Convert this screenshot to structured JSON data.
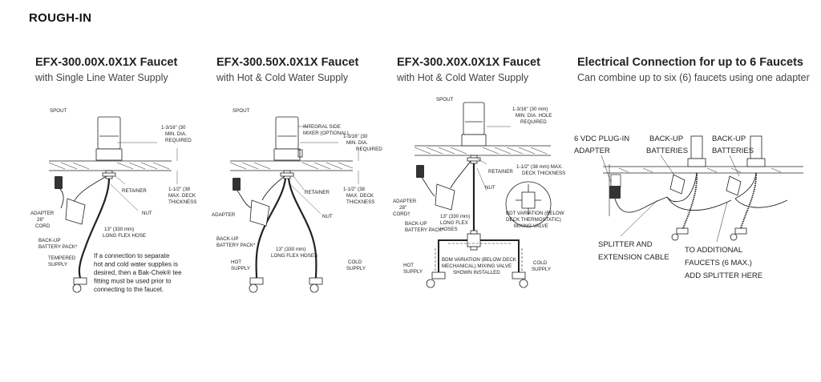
{
  "page_title": "ROUGH-IN",
  "panels": [
    {
      "title": "EFX-300.00X.0X1X Faucet",
      "subtitle": "with Single Line Water Supply",
      "labels": {
        "spout": "SPOUT",
        "hole": [
          "1-3/16\" (30",
          "MIN. DIA.",
          "REQUIRED"
        ],
        "retainer": "RETAINER",
        "deck": [
          "1-1/2\" (38",
          "MAX. DECK",
          "THICKNESS"
        ],
        "nut": "NUT",
        "adapter": [
          "ADAPTER",
          "28\"",
          "CORD"
        ],
        "hose": [
          "13\" (330 mm)",
          "LONG FLEX HOSE"
        ],
        "battery": [
          "BACK-UP",
          "BATTERY PACK*"
        ],
        "supply": [
          "TEMPERED",
          "SUPPLY"
        ]
      },
      "note": [
        "If a connection to separate",
        "hot and cold water supplies is",
        "desired, then a Bak-Chek® tee",
        "fitting must be used prior to",
        "connecting to the faucet."
      ]
    },
    {
      "title": "EFX-300.50X.0X1X Faucet",
      "subtitle": "with Hot & Cold Water Supply",
      "labels": {
        "spout": "SPOUT",
        "mixer": [
          "INTEGRAL SIDE",
          "MIXER (OPTIONAL)"
        ],
        "hole": [
          "1-3/16\" (30",
          "MIN. DIA.",
          "REQUIRED"
        ],
        "retainer": "RETAINER",
        "deck": [
          "1-1/2\" (38",
          "MAX. DECK",
          "THICKNESS"
        ],
        "adapter": "ADAPTER",
        "nut": "NUT",
        "battery": [
          "BACK-UP",
          "BATTERY PACK*"
        ],
        "hose": [
          "13\" (330 mm)",
          "LONG FLEX HOSES"
        ],
        "hot": [
          "HOT",
          "SUPPLY"
        ],
        "cold": [
          "COLD",
          "SUPPLY"
        ]
      }
    },
    {
      "title": "EFX-300.X0X.0X1X Faucet",
      "subtitle": "with Hot & Cold Water Supply",
      "labels": {
        "spout": "SPOUT",
        "hole": [
          "1-3/16\" (30 mm)",
          "MIN. DIA. HOLE",
          "REQUIRED"
        ],
        "retainer": "RETAINER",
        "deck": [
          "1-1/2\" (38 mm) MAX.",
          "DECK THICKNESS"
        ],
        "nut": "NUT",
        "adapter": [
          "ADAPTER",
          "28\"",
          "CORD†"
        ],
        "battery": [
          "BACK-UP",
          "BATTERY PACK*"
        ],
        "hose": [
          "13\" (330 mm)",
          "LONG FLEX",
          "HOSES"
        ],
        "bdt": [
          "BDT VARIATION (BELOW",
          "DECK THERMOSTATIC)",
          "MIXING VALVE"
        ],
        "bdm": [
          "BDM VARIATION (BELOW DECK",
          "MECHANICAL) MIXING VALVE",
          "SHOWN INSTALLED"
        ],
        "hot": [
          "HOT",
          "SUPPLY"
        ],
        "cold": [
          "COLD",
          "SUPPLY"
        ]
      }
    },
    {
      "title": "Electrical Connection for up to 6 Faucets",
      "subtitle": "Can combine up to six (6) faucets using one adapter",
      "labels": {
        "plugin": [
          "6 VDC PLUG-IN",
          "ADAPTER"
        ],
        "battery1": [
          "BACK-UP",
          "BATTERIES"
        ],
        "battery2": [
          "BACK-UP",
          "BATTERIES"
        ],
        "splitter": [
          "SPLITTER AND",
          "EXTENSION CABLE"
        ],
        "additional": [
          "TO ADDITIONAL",
          "FAUCETS (6 MAX.)",
          "ADD SPLITTER HERE"
        ]
      }
    }
  ]
}
